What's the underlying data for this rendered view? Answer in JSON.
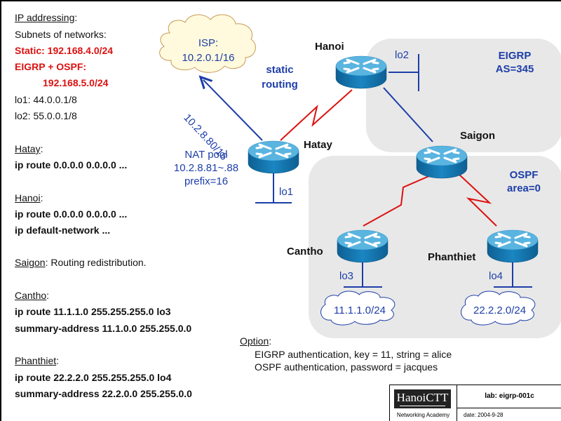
{
  "notes": {
    "ip_heading": "IP addressing",
    "ip_colon": ":",
    "subnets_label": "Subnets of networks:",
    "static_subnet": "Static: 192.168.4.0/24",
    "eigrp_ospf_label": "EIGRP + OSPF:",
    "eigrp_ospf_subnet": "192.168.5.0/24",
    "lo1": "lo1: 44.0.0.1/8",
    "lo2": "lo2: 55.0.0.1/8",
    "hatay_heading": "Hatay",
    "hatay_cmd1": "ip route 0.0.0.0 0.0.0.0 ...",
    "hanoi_heading": "Hanoi",
    "hanoi_cmd1": "ip route 0.0.0.0 0.0.0.0 ...",
    "hanoi_cmd2": "ip default-network ...",
    "saigon_heading": "Saigon",
    "saigon_text": ": Routing redistribution.",
    "cantho_heading": "Cantho",
    "cantho_cmd1": "ip route 11.1.1.0 255.255.255.0 lo3",
    "cantho_cmd2": "summary-address 11.1.0.0 255.255.0.0",
    "phanthiet_heading": "Phanthiet",
    "phanthiet_cmd1": "ip route 22.2.2.0 255.255.255.0 lo4",
    "phanthiet_cmd2": "summary-address 22.2.0.0 255.255.0.0"
  },
  "diagram": {
    "isp_cloud": {
      "line1": "ISP:",
      "line2": "10.2.0.1/16"
    },
    "static_routing": {
      "line1": "static",
      "line2": "routing"
    },
    "isp_link_label": "10.2.8.80/16",
    "nat_pool": {
      "line1": "NAT pool",
      "line2": "10.2.8.81~.88",
      "line3": "prefix=16"
    },
    "eigrp_zone": {
      "line1": "EIGRP",
      "line2": "AS=345"
    },
    "ospf_zone": {
      "line1": "OSPF",
      "line2": "area=0"
    },
    "routers": [
      {
        "name": "Hanoi"
      },
      {
        "name": "Hatay"
      },
      {
        "name": "Saigon"
      },
      {
        "name": "Cantho"
      },
      {
        "name": "Phanthiet"
      }
    ],
    "loopbacks": {
      "lo1": "lo1",
      "lo2": "lo2",
      "lo3": "lo3",
      "lo4": "lo4"
    },
    "cantho_cloud": "11.1.1.0/24",
    "phanthiet_cloud": "22.2.2.0/24"
  },
  "options": {
    "heading": "Option",
    "line1": "EIGRP authentication, key = 11, string = alice",
    "line2": "OSPF authentication, password = jacques"
  },
  "title_block": {
    "logo": "HanoiCTT",
    "logo_sub": "Networking Academy",
    "lab": "lab: eigrp-001c",
    "date": "date: 2004-9-28"
  },
  "colors": {
    "serial_link": "#dd1111",
    "ethernet_link": "#1d3ea8",
    "zone_fill": "#e8e8e8",
    "router_top": "#5ab4e0",
    "router_side": "#1478b0"
  }
}
